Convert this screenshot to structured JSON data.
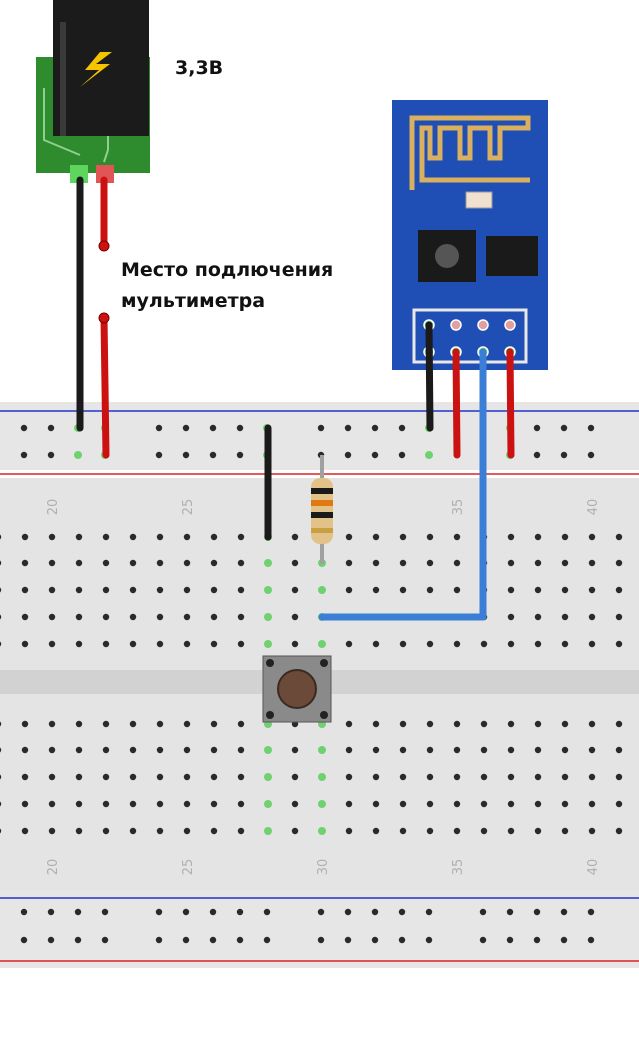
{
  "labels": {
    "voltage": "3,3В",
    "meter_line1": "Место подлючения",
    "meter_line2": "мультиметра"
  },
  "breadboard": {
    "column_numbers": [
      "20",
      "25",
      "30",
      "35",
      "40"
    ]
  },
  "colors": {
    "board": "#e5e5e5",
    "rail_blue": "#2233cc",
    "rail_red": "#dd2222",
    "wire_black": "#1a1a1a",
    "wire_red": "#cc1111",
    "wire_blue": "#3a7fd5",
    "module_blue": "#1f4eb5",
    "pcb_green": "#2e8b2e",
    "hole": "#2a2a2a",
    "hole_active": "#6fd16f"
  },
  "icons": {
    "power_jack": "lightning-bolt-icon",
    "esp_module": "wifi-antenna-icon"
  }
}
